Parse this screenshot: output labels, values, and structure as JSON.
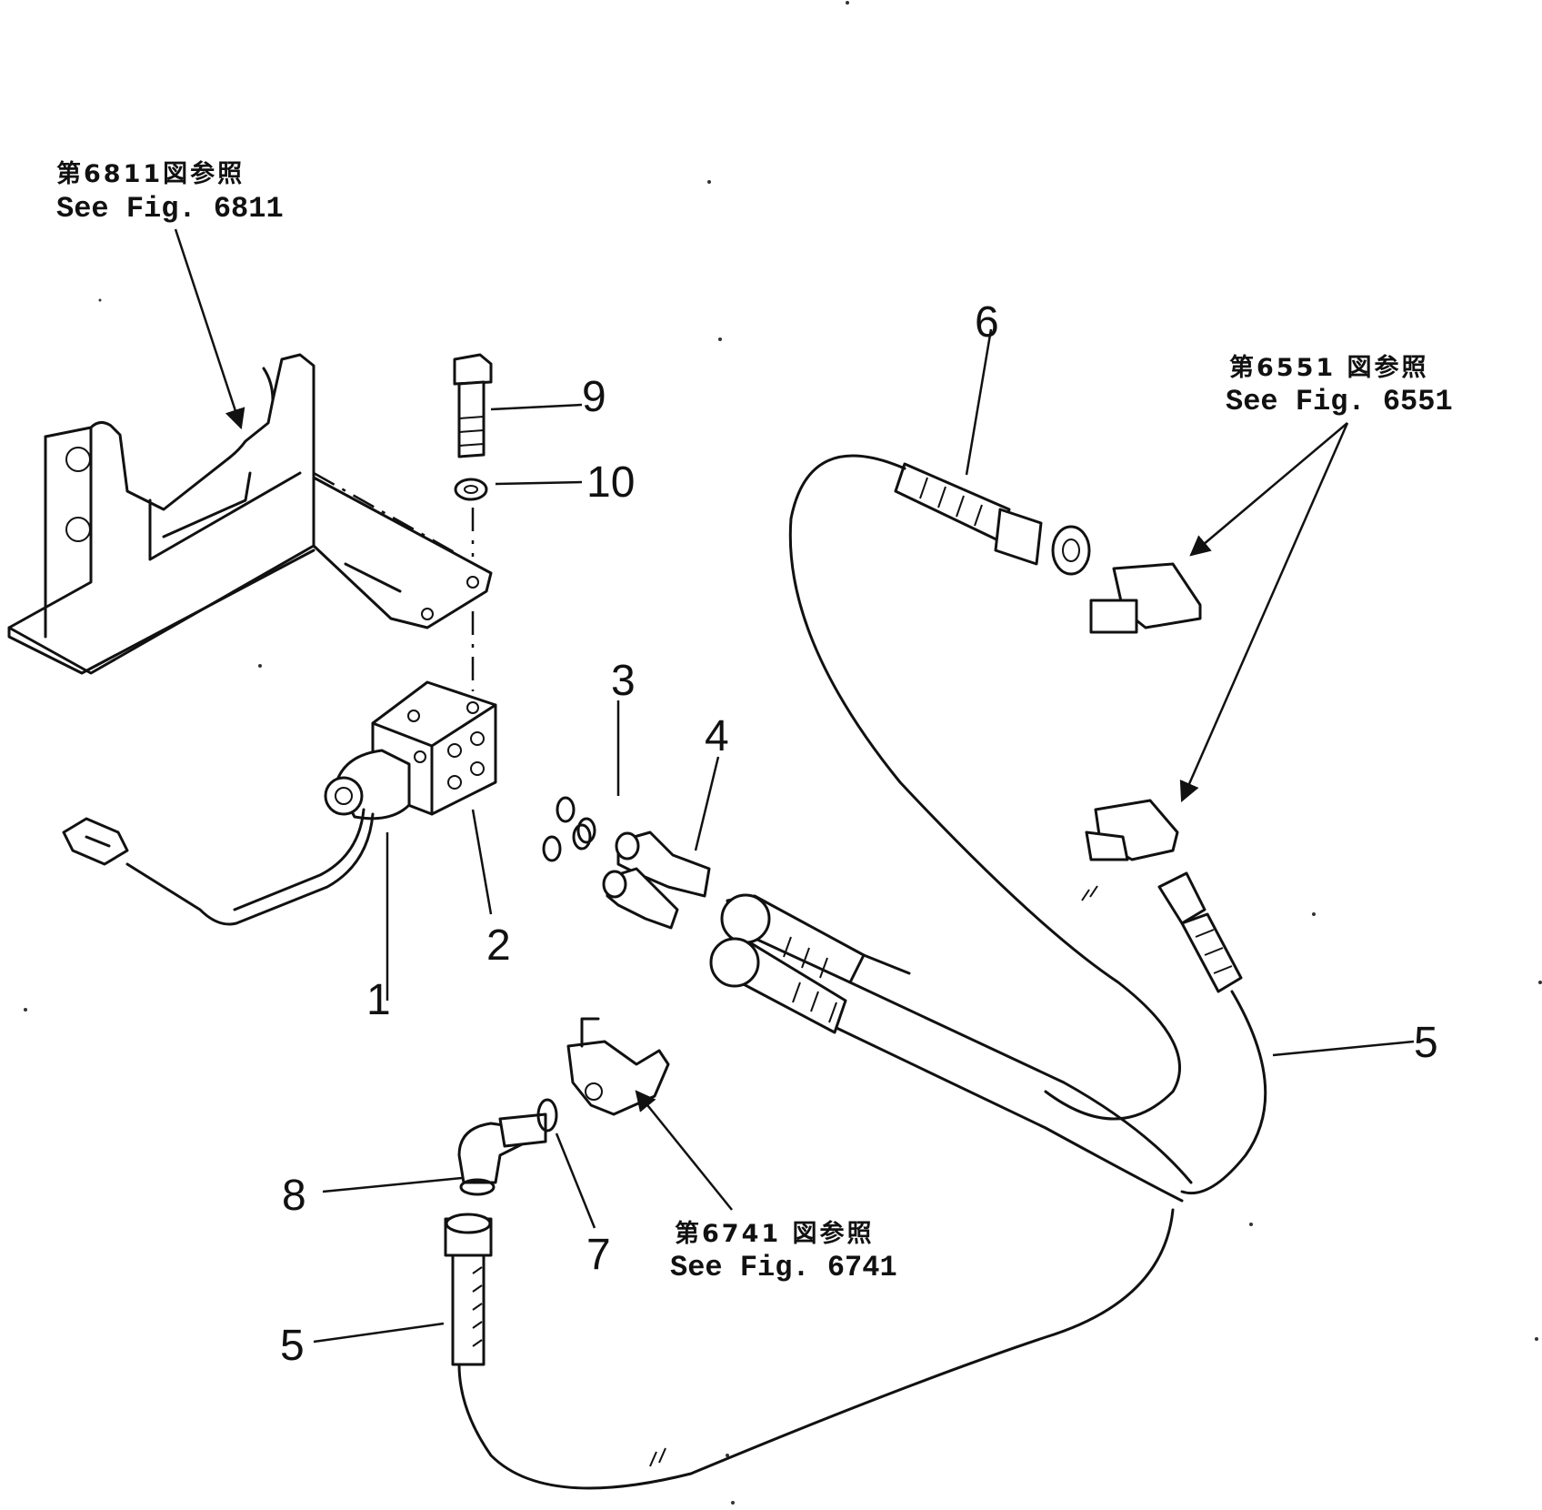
{
  "references": [
    {
      "id": "ref-6811",
      "jp": "第6811図参照",
      "en": "See Fig. 6811"
    },
    {
      "id": "ref-6551",
      "jp": "第6551 図参照",
      "en": "See Fig. 6551"
    },
    {
      "id": "ref-6741",
      "jp": "第6741 図参照",
      "en": "See Fig. 6741"
    }
  ],
  "callouts": {
    "p1": "1",
    "p2": "2",
    "p3": "3",
    "p4": "4",
    "p5a": "5",
    "p5b": "5",
    "p6": "6",
    "p7": "7",
    "p8": "8",
    "p9": "9",
    "p10": "10"
  }
}
